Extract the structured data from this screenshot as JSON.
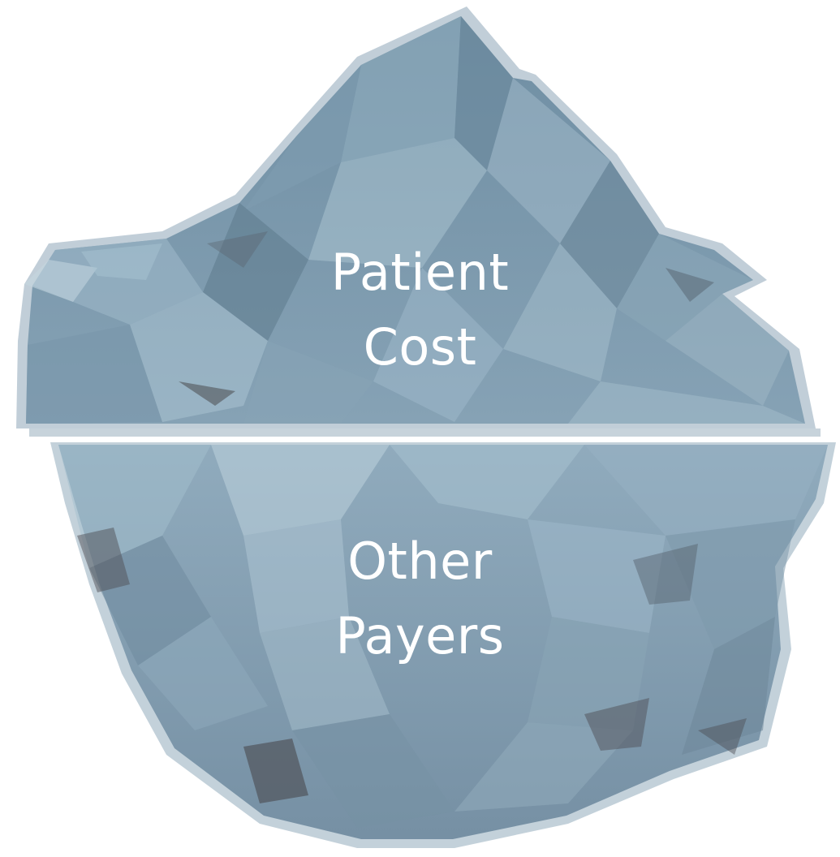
{
  "labels": {
    "above_water": [
      "Patient",
      "Cost"
    ],
    "below_water": [
      "Other",
      "Payers"
    ]
  },
  "colors": {
    "ice_top": "#7b98ab",
    "ice_bottom": "#89a6b8",
    "ice_edge": "#b4c4cf",
    "ice_light": "#aac6d4",
    "ice_dark": "#4f6677",
    "ice_shadow": "#5d5d60",
    "waterline": "#c7d3db",
    "label_text": "#ffffff"
  },
  "icons": {
    "iceberg": "iceberg-icon"
  }
}
